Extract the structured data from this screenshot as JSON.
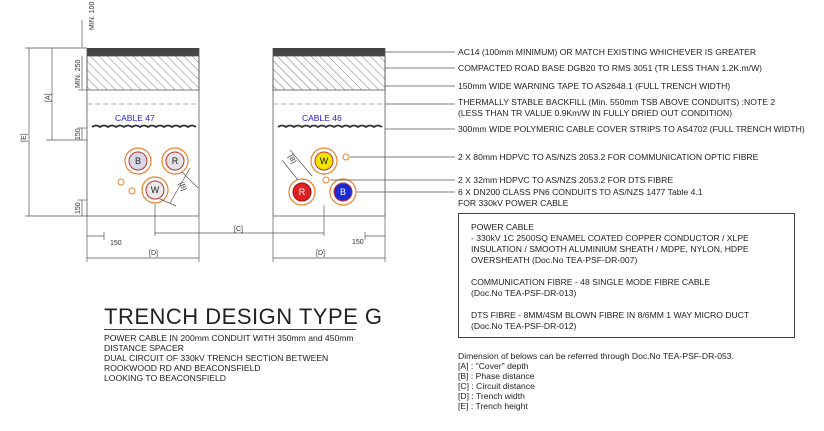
{
  "drawing": {
    "min_100": "MIN. 100",
    "min_250": "MIN. 250",
    "dim_a": "[A]",
    "dim_b": "[B]",
    "dim_c": "[C]",
    "dim_d": "[D]",
    "dim_e": "[E]",
    "dim_150": "150",
    "cable_left": "CABLE 47",
    "cable_right": "CABLE 46",
    "conduit_b": "B",
    "conduit_r": "R",
    "conduit_w": "W",
    "colors": {
      "blue_label": "#2222cc",
      "red": "#e02020",
      "blue": "#1a2ad6",
      "yellow": "#f2e600",
      "orange": "#e9822a"
    }
  },
  "notes": [
    "AC14 (100mm MINIMUM) OR MATCH EXISTING WHICHEVER IS GREATER",
    "COMPACTED ROAD BASE DGB20 TO RMS 3051 (TR LESS THAN 1.2K.m/W)",
    "150mm WIDE WARNING TAPE TO AS2648.1 (FULL TRENCH WIDTH)",
    "THERMALLY STABLE BACKFILL (Min. 550mm TSB ABOVE CONDUITS) :NOTE 2",
    "(LESS THAN TR VALUE 0.9Km/W IN FULLY DRIED OUT CONDITION)",
    "300mm WIDE POLYMERIC CABLE COVER STRIPS TO AS4702 (FULL TRENCH WIDTH)",
    "2 X 80mm HDPVC TO AS/NZS 2053.2 FOR COMMUNICATION OPTIC FIBRE",
    "2 X 32mm HDPVC TO AS/NZS 2053.2 FOR DTS FIBRE",
    "6 X DN200 CLASS PN6 CONDUITS TO AS/NZS 1477 Table 4.1",
    "FOR 330kV POWER CABLE"
  ],
  "cable_box": {
    "power_title": "POWER CABLE",
    "power_1": " - 330kV 1C 2500SQ ENAMEL COATED COPPER CONDUCTOR / XLPE",
    "power_2": "INSULATION / SMOOTH ALUMINIUM SHEATH / MDPE, NYLON, HDPE",
    "power_3": "OVERSHEATH (Doc.No TEA-PSF-DR-007)",
    "comm_1": "COMMUNICATION FIBRE - 48 SINGLE MODE FIBRE CABLE",
    "comm_2": "(Doc.No TEA-PSF-DR-013)",
    "dts_1": "DTS FIBRE - 8MM/4SM BLOWN FIBRE IN 8/6MM 1 WAY MICRO DUCT",
    "dts_2": "(Doc.No TEA-PSF-DR-012)"
  },
  "title": "TRENCH DESIGN TYPE G",
  "description": [
    "POWER CABLE IN 200mm CONDUIT WITH 350mm and 450mm",
    "DISTANCE SPACER",
    "DUAL CIRCUIT OF 330kV TRENCH SECTION BETWEEN",
    "ROOKWOOD RD AND BEACONSFIELD",
    "LOOKING TO BEACONSFIELD"
  ],
  "legend": [
    "Dimension of belows can be referred through Doc.No TEA-PSF-DR-053.",
    "[A] : \"Cover\" depth",
    "[B] : Phase distance",
    "[C] : Circuit distance",
    "[D] : Trench width",
    "[E] : Trench height"
  ]
}
